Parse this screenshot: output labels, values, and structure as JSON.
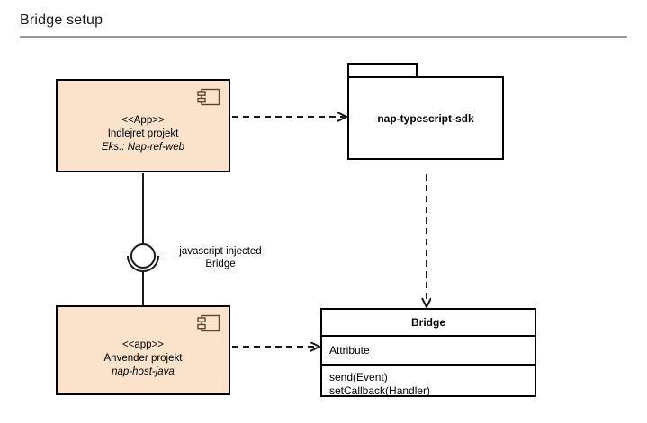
{
  "header": {
    "title": "Bridge setup"
  },
  "diagram": {
    "type": "uml-component-diagram",
    "nodes": {
      "embedded_component": {
        "stereotype": "<<App>>",
        "role": "Indlejret projekt",
        "instance": "Eks.: Nap-ref-web",
        "icon": "uml-component-icon",
        "fill": "#fbe2cb"
      },
      "host_component": {
        "stereotype": "<<app>>",
        "role": "Anvender projekt",
        "instance": "nap-host-java",
        "icon": "uml-component-icon",
        "fill": "#fbe2cb"
      },
      "sdk_package": {
        "label": "nap-typescript-sdk",
        "fill": "#ffffff"
      },
      "bridge_class": {
        "name": "Bridge",
        "attributes": [
          "Attribute"
        ],
        "operations": [
          "send(Event)",
          "setCallback(Handler)"
        ],
        "fill": "#ffffff"
      }
    },
    "edges": {
      "assembly_connector": {
        "label_line1": "javascript injected",
        "label_line2": "Bridge",
        "style": "ball-and-socket"
      },
      "embedded_to_sdk": {
        "style": "dashed-dependency"
      },
      "sdk_to_bridge": {
        "style": "dashed-dependency"
      },
      "host_to_bridge": {
        "style": "dashed-dependency"
      }
    },
    "colors": {
      "component_fill": "#fbe2cb",
      "stroke": "#000000",
      "rule": "#9b9b9b"
    }
  }
}
